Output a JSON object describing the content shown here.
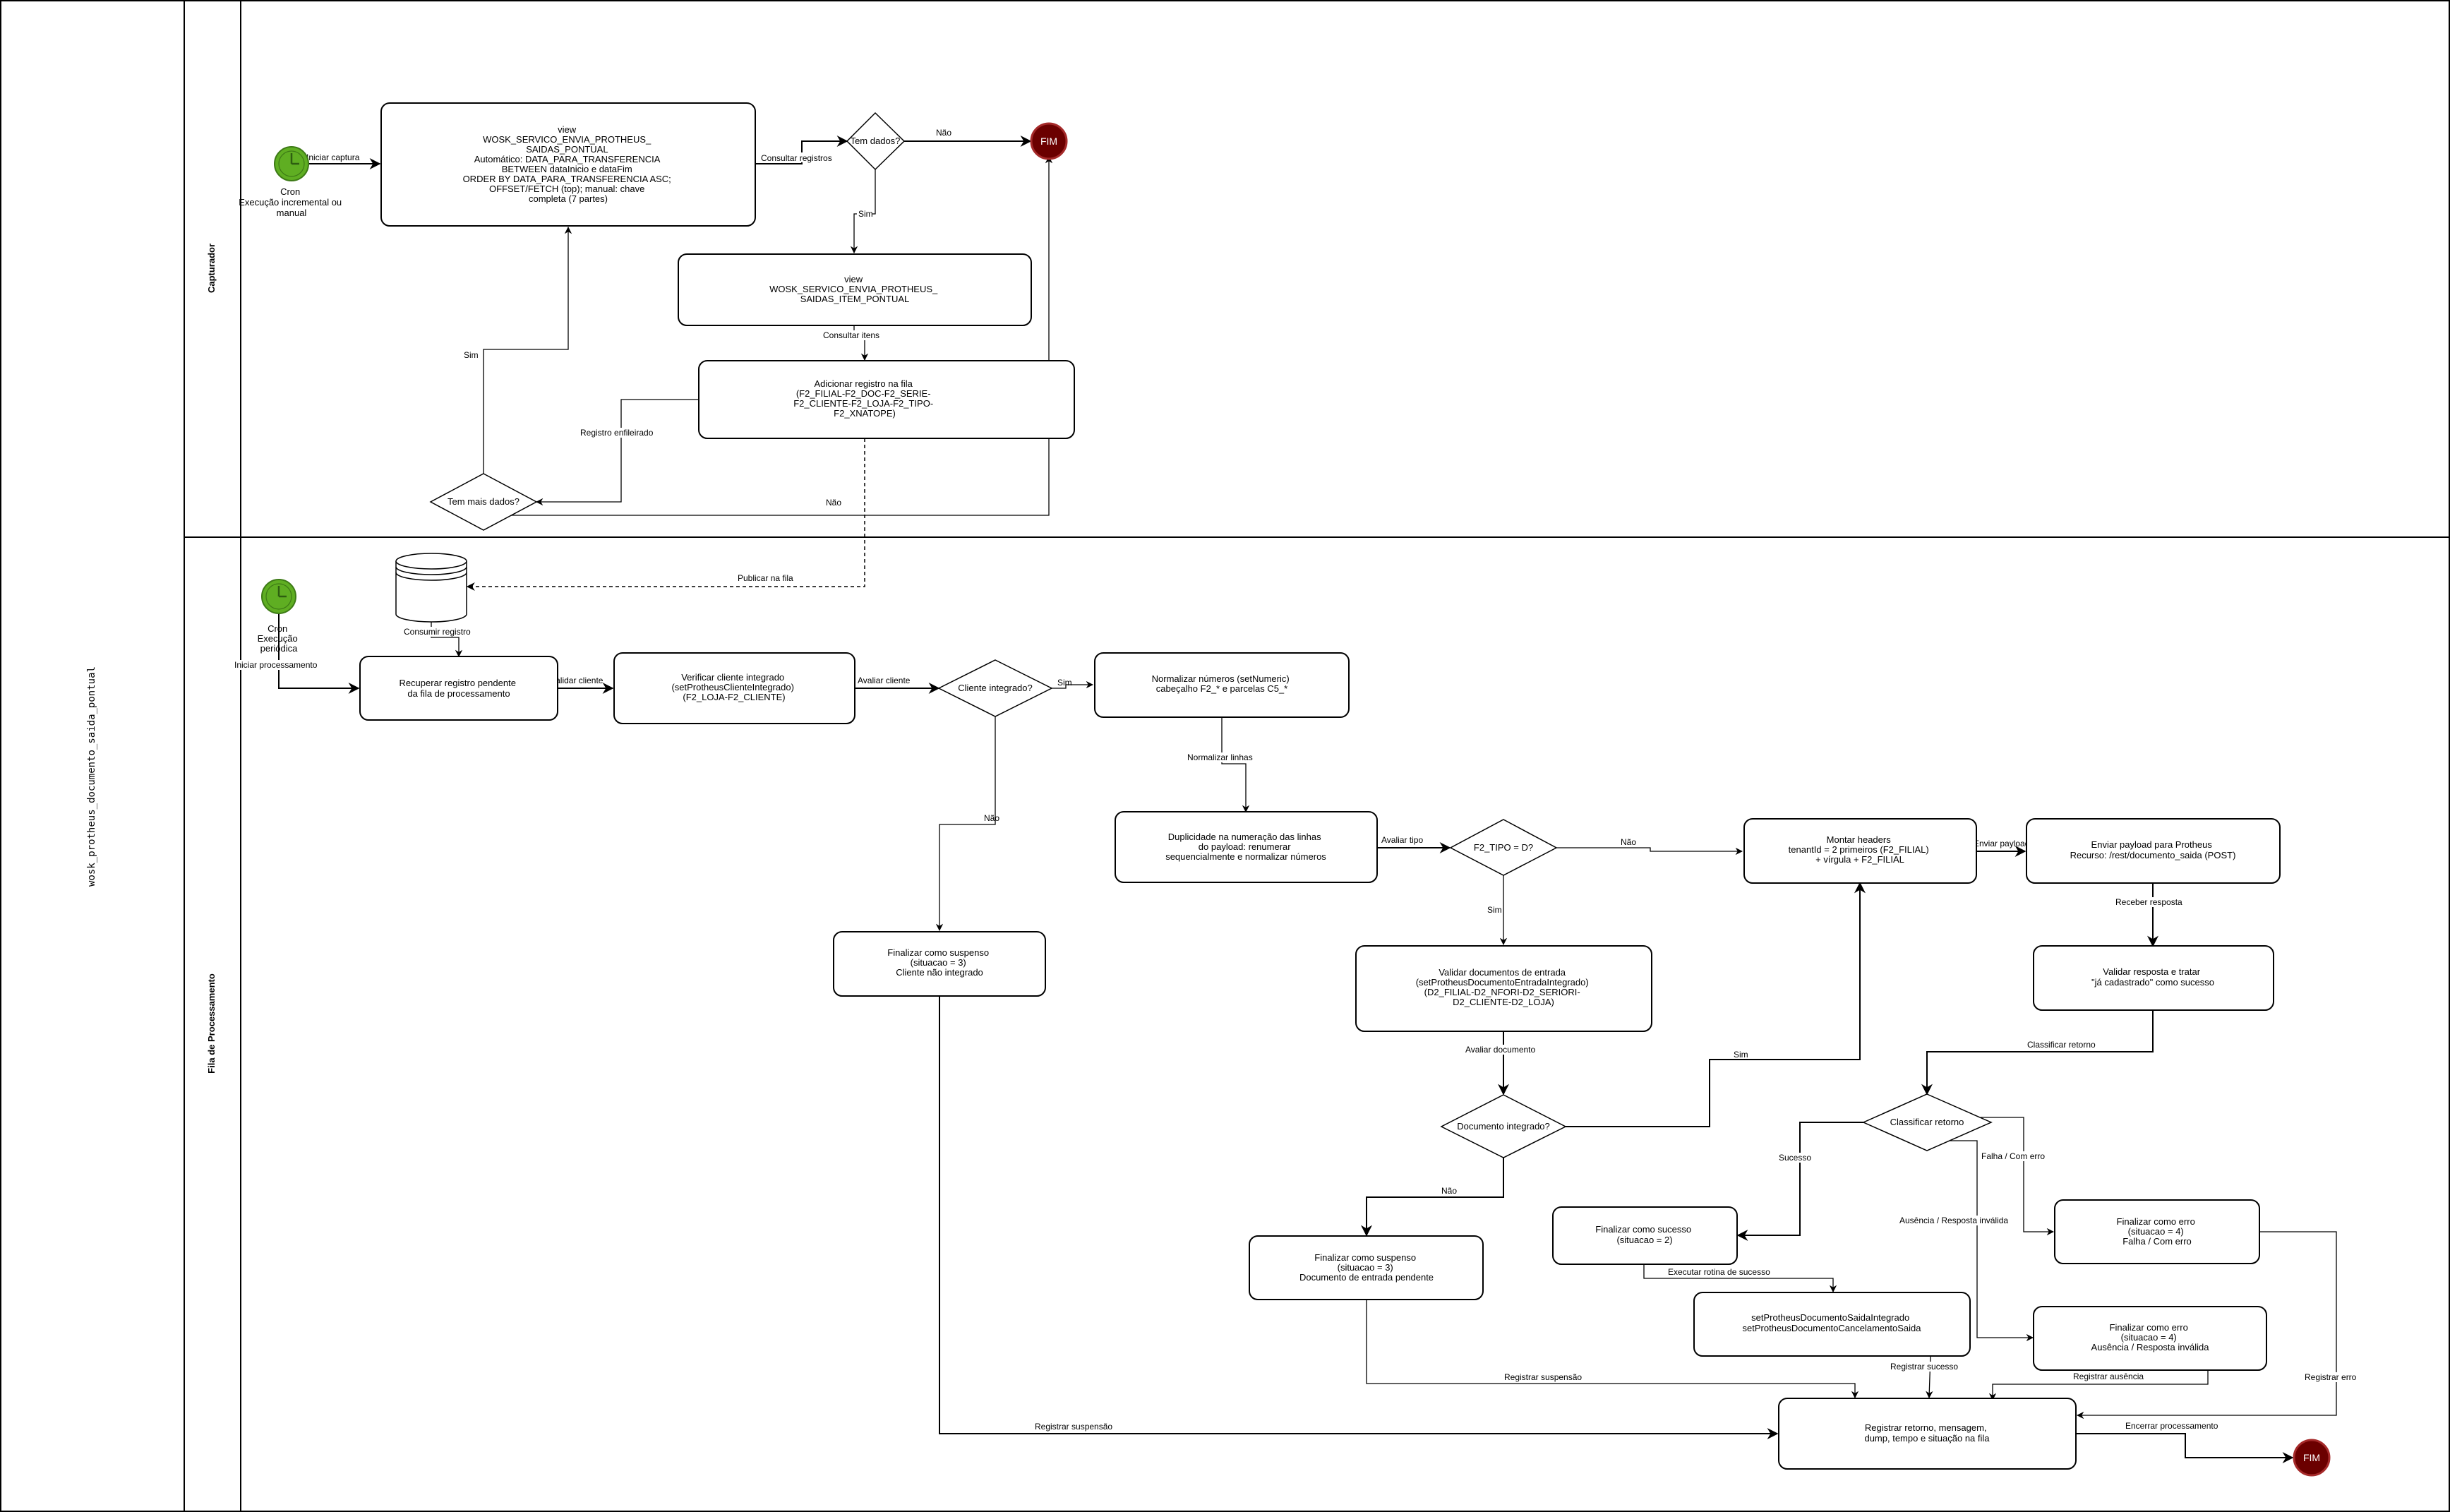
{
  "pool": {
    "title": "wosk_protheus_documento_saida_pontual"
  },
  "lanes": [
    {
      "id": "capturador",
      "title": "Capturador"
    },
    {
      "id": "fila",
      "title": "Fila de Processamento"
    }
  ],
  "colors": {
    "start_event": "#5fae22",
    "end_event": "#6b0000",
    "stroke": "#000000",
    "background": "#ffffff"
  },
  "capturador": {
    "cron": {
      "icon": "clock-icon",
      "lines": [
        "Cron",
        "Execução incremental ou",
        "manual"
      ]
    },
    "view_saidas": {
      "lines": [
        "view",
        "WOSK_SERVICO_ENVIA_PROTHEUS_",
        "SAIDAS_PONTUAL",
        "Automático: DATA_PARA_TRANSFERENCIA",
        "BETWEEN dataInicio e dataFim",
        "ORDER BY DATA_PARA_TRANSFERENCIA ASC;",
        "OFFSET/FETCH (top); manual: chave",
        "completa (7 partes)"
      ]
    },
    "tem_dados": {
      "lines": [
        "Tem dados?"
      ]
    },
    "fim": {
      "label": "FIM"
    },
    "view_itens": {
      "lines": [
        "view",
        "WOSK_SERVICO_ENVIA_PROTHEUS_",
        "SAIDAS_ITEM_PONTUAL"
      ]
    },
    "adicionar_fila": {
      "lines": [
        "Adicionar registro na fila",
        "(F2_FILIAL-F2_DOC-F2_SERIE-",
        "F2_CLIENTE-F2_LOJA-F2_TIPO-",
        "F2_XNATOPE)"
      ]
    },
    "tem_mais_dados": {
      "lines": [
        "Tem mais dados?"
      ]
    },
    "edges": {
      "iniciar_captura": "Iniciar captura",
      "consultar_registros": "Consultar registros",
      "nao_fim": "Não",
      "sim_itens": "Sim",
      "consultar_itens": "Consultar itens",
      "registro_enfileirado": "Registro enfileirado",
      "sim_loop": "Sim",
      "nao_mais": "Não",
      "publicar_fila": "Publicar na fila"
    }
  },
  "fila": {
    "cron": {
      "icon": "clock-icon",
      "lines": [
        "Cron",
        "Execução",
        "periódica"
      ]
    },
    "queue_db": {
      "icon": "database-icon"
    },
    "recuperar": {
      "lines": [
        "Recuperar registro pendente",
        "da fila de processamento"
      ]
    },
    "verificar_cliente": {
      "lines": [
        "Verificar cliente integrado",
        "(setProtheusClienteIntegrado)",
        "(F2_LOJA-F2_CLIENTE)"
      ]
    },
    "cliente_integrado": {
      "lines": [
        "Cliente integrado?"
      ]
    },
    "normalizar": {
      "lines": [
        "Normalizar números (setNumeric)",
        "cabeçalho F2_* e parcelas C5_*"
      ]
    },
    "duplicidade": {
      "lines": [
        "Duplicidade na numeração das linhas",
        "do payload: renumerar",
        "sequencialmente e normalizar números"
      ]
    },
    "suspenso_cliente": {
      "lines": [
        "Finalizar como suspenso",
        "(situacao = 3)",
        "Cliente não integrado"
      ]
    },
    "tipo_d": {
      "lines": [
        "F2_TIPO = D?"
      ]
    },
    "validar_entrada": {
      "lines": [
        "Validar documentos de entrada",
        "(setProtheusDocumentoEntradaIntegrado)",
        "(D2_FILIAL-D2_NFORI-D2_SERIORI-",
        "D2_CLIENTE-D2_LOJA)"
      ]
    },
    "documento_integrado": {
      "lines": [
        "Documento integrado?"
      ]
    },
    "suspenso_documento": {
      "lines": [
        "Finalizar como suspenso",
        "(situacao = 3)",
        "Documento de entrada pendente"
      ]
    },
    "montar_headers": {
      "lines": [
        "Montar headers",
        "tenantId = 2 primeiros (F2_FILIAL)",
        "+ vírgula + F2_FILIAL"
      ]
    },
    "enviar_payload": {
      "lines": [
        "Enviar payload para Protheus",
        "Recurso: /rest/documento_saida (POST)"
      ]
    },
    "validar_resposta": {
      "lines": [
        "Validar resposta e tratar",
        "\"já cadastrado\" como sucesso"
      ]
    },
    "classificar": {
      "lines": [
        "Classificar retorno"
      ]
    },
    "sucesso": {
      "lines": [
        "Finalizar como sucesso",
        "(situacao = 2)"
      ]
    },
    "rotinas_sucesso": {
      "lines": [
        "setProtheusDocumentoSaidaIntegrado",
        "setProtheusDocumentoCancelamentoSaida"
      ]
    },
    "erro_falha": {
      "lines": [
        "Finalizar como erro",
        "(situacao = 4)",
        "Falha / Com erro"
      ]
    },
    "erro_ausencia": {
      "lines": [
        "Finalizar como erro",
        "(situacao = 4)",
        "Ausência / Resposta inválida"
      ]
    },
    "registrar": {
      "lines": [
        "Registrar retorno, mensagem,",
        "dump, tempo e situação na fila"
      ]
    },
    "fim": {
      "label": "FIM"
    },
    "edges": {
      "consumir_registro": "Consumir registro",
      "iniciar_processamento": "Iniciar processamento",
      "validar_cliente": "Validar cliente",
      "avaliar_cliente": "Avaliar cliente",
      "sim_cliente": "Sim",
      "nao_cliente": "Não",
      "normalizar_linhas": "Normalizar linhas",
      "avaliar_tipo": "Avaliar tipo",
      "nao_tipo": "Não",
      "sim_tipo": "Sim",
      "avaliar_documento": "Avaliar documento",
      "sim_documento": "Sim",
      "nao_documento": "Não",
      "enviar_payload": "Enviar payload",
      "receber_resposta": "Receber resposta",
      "classificar_retorno": "Classificar retorno",
      "sucesso": "Sucesso",
      "falha": "Falha / Com erro",
      "ausencia": "Ausência / Resposta inválida",
      "executar_rotina": "Executar rotina de sucesso",
      "registrar_sucesso": "Registrar sucesso",
      "registrar_ausencia": "Registrar ausência",
      "registrar_erro": "Registrar erro",
      "registrar_suspensao_doc": "Registrar suspensão",
      "registrar_suspensao_cli": "Registrar suspensão",
      "encerrar": "Encerrar processamento"
    }
  }
}
